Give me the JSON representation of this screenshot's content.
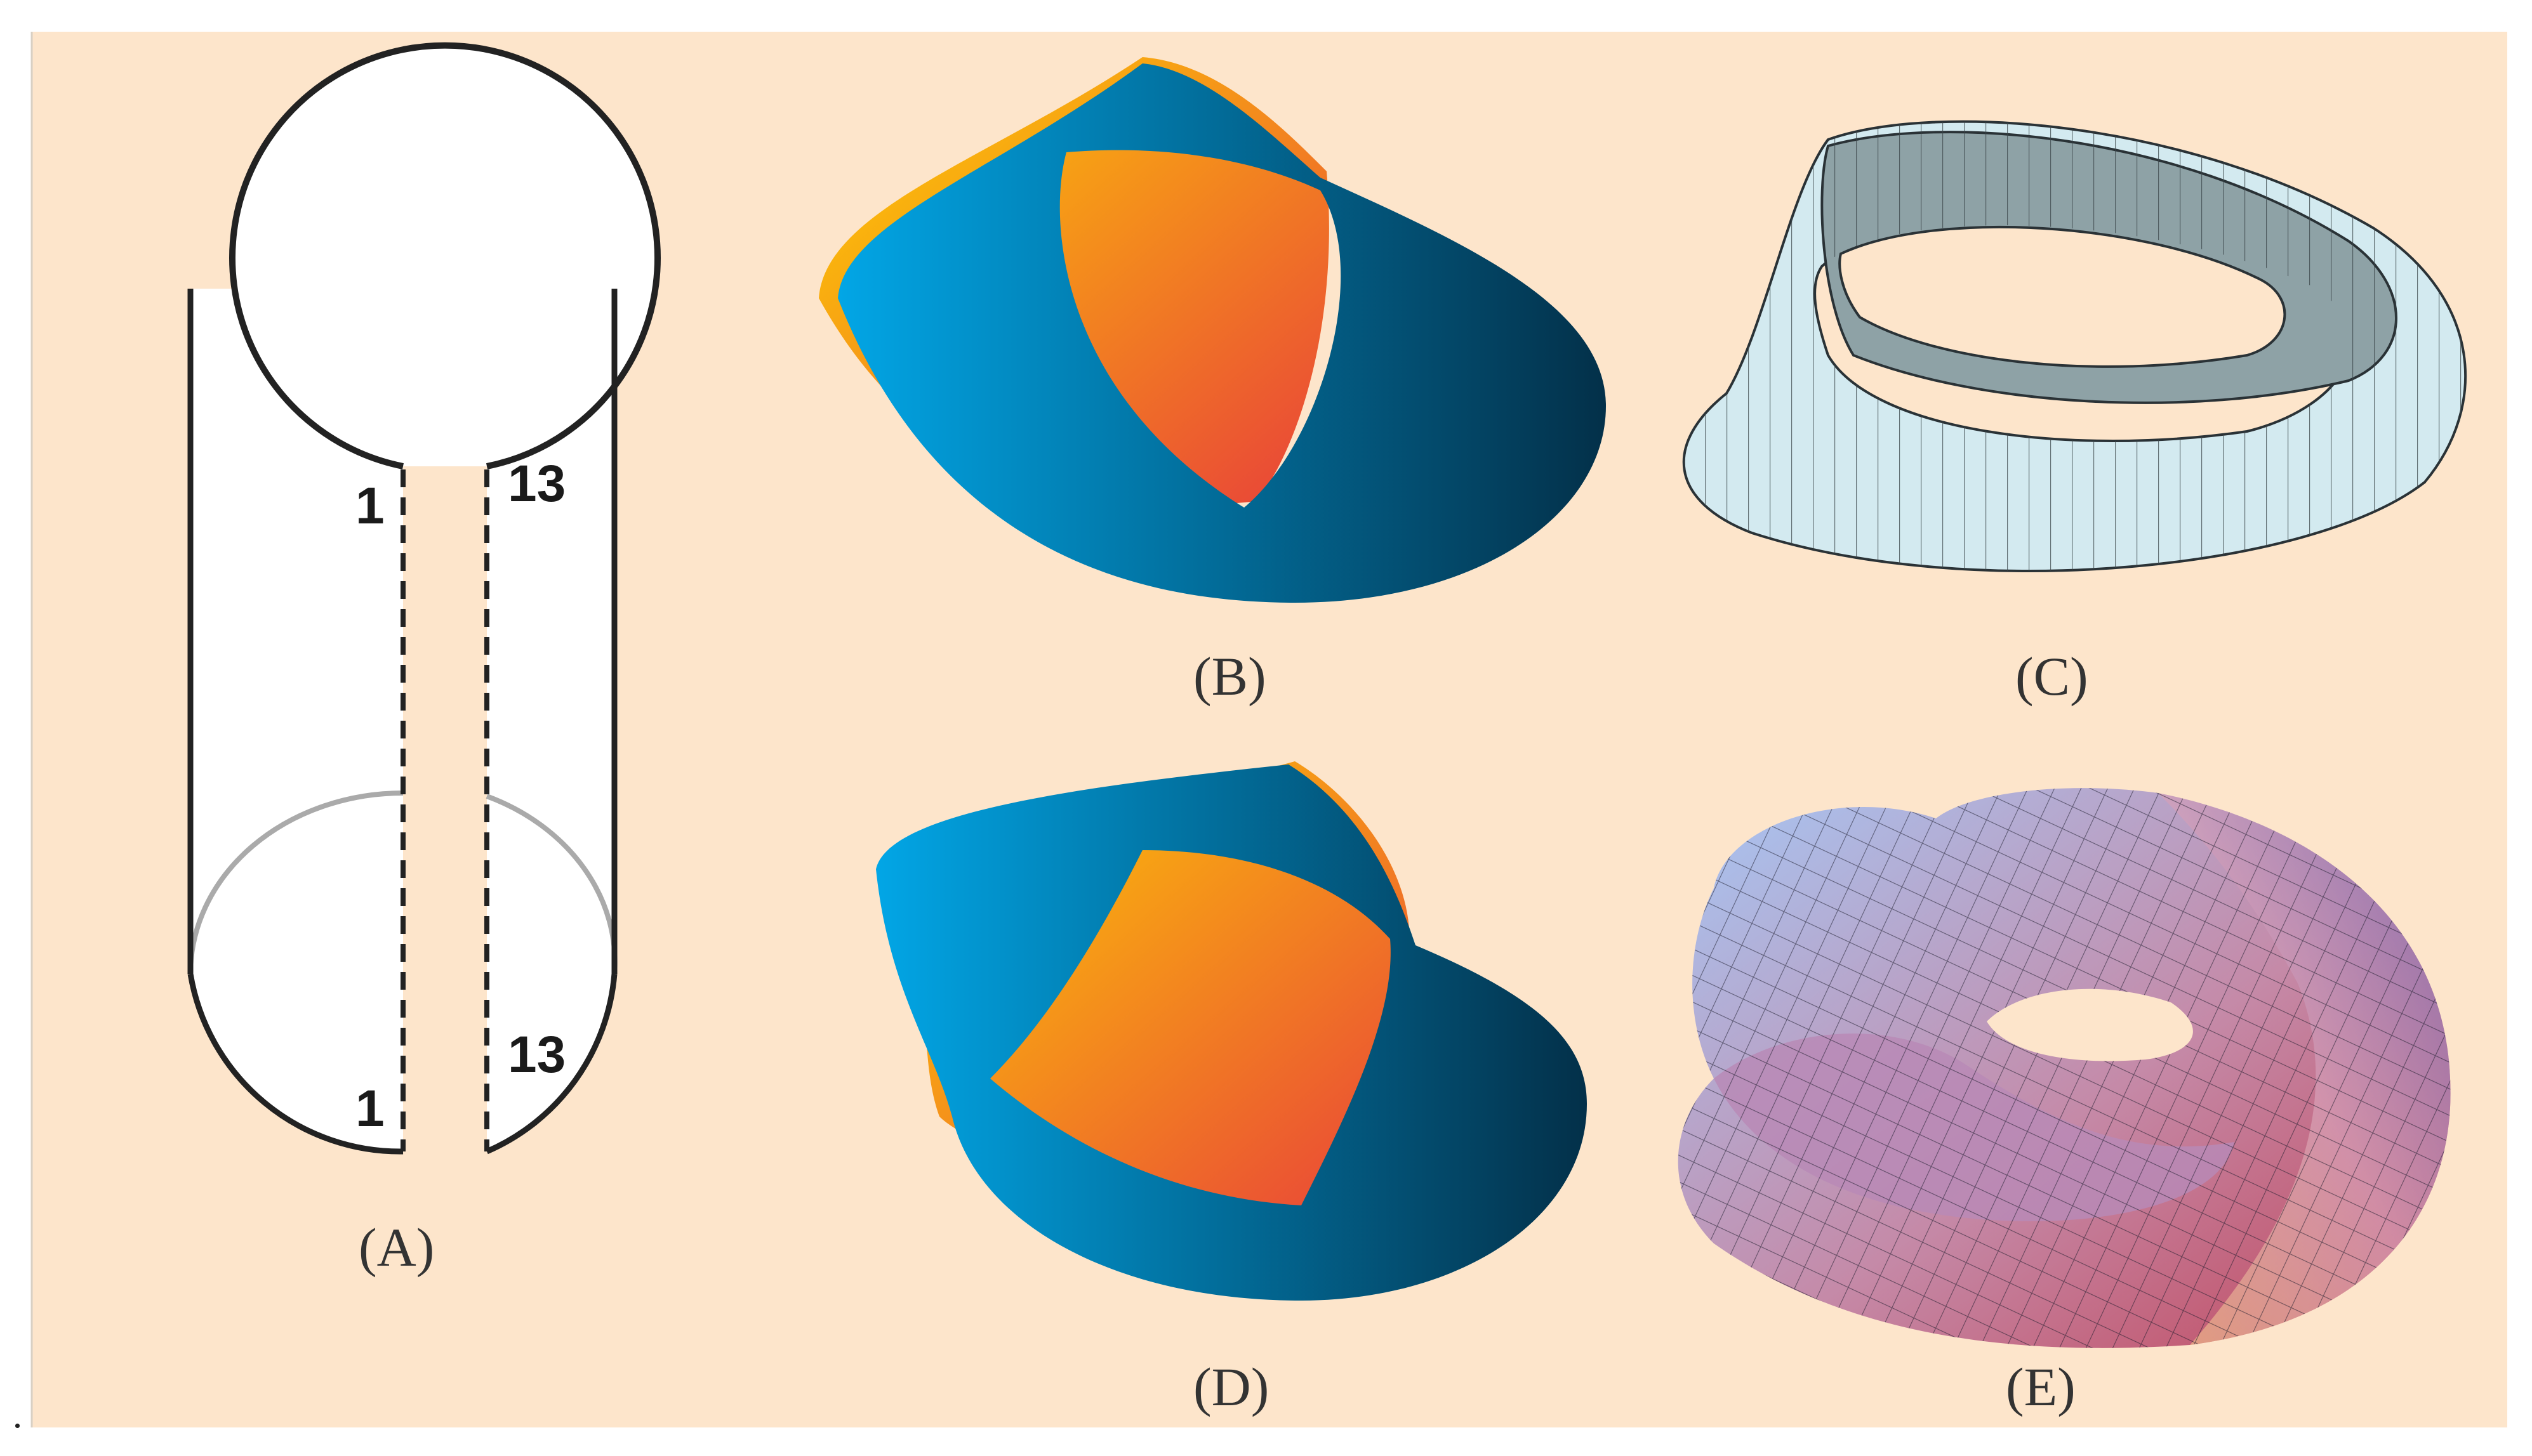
{
  "colors": {
    "background": "#fde5cb",
    "page": "#ffffff",
    "strip_dark": "#033049",
    "strip_light": "#02a6e6",
    "edge_yellow": "#ffd500",
    "edge_red": "#e8403a",
    "strip_c_face": "#8ea2a6",
    "strip_c_light": "#d3eaf0",
    "knot_blue": "#a6c7f5",
    "knot_red": "#c14459"
  },
  "panels": {
    "a": {
      "caption": "(A)",
      "label_top_left": "1",
      "label_top_right": "13",
      "label_bottom_left": "1",
      "label_bottom_right": "13"
    },
    "b": {
      "caption": "(B)"
    },
    "c": {
      "caption": "(C)"
    },
    "d": {
      "caption": "(D)"
    },
    "e": {
      "caption": "(E)"
    }
  },
  "footnote_mark": "."
}
